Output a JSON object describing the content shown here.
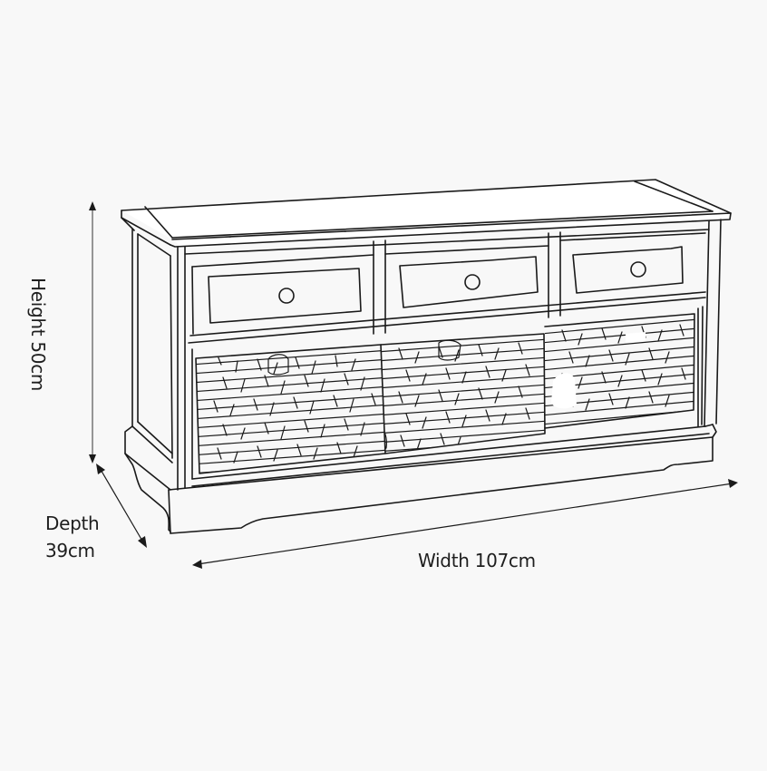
{
  "figure": {
    "subject": "Storage bench with 3 drawers and 3 wicker baskets",
    "background_color": "#f8f8f8",
    "line_color": "#1a1a1a"
  },
  "dimensions": {
    "height": {
      "label": "Height 50cm",
      "value": 50,
      "unit": "cm"
    },
    "depth": {
      "label_line1": "Depth",
      "label_line2": "39cm",
      "value": 39,
      "unit": "cm"
    },
    "width": {
      "label": "Width 107cm",
      "value": 107,
      "unit": "cm"
    }
  },
  "components": {
    "drawers": [
      {
        "name": "drawer-left",
        "knob": "round-knob"
      },
      {
        "name": "drawer-middle",
        "knob": "round-knob"
      },
      {
        "name": "drawer-right",
        "knob": "round-knob"
      }
    ],
    "baskets": [
      {
        "name": "basket-left",
        "material": "wicker"
      },
      {
        "name": "basket-middle",
        "material": "wicker"
      },
      {
        "name": "basket-right",
        "material": "wicker"
      }
    ]
  }
}
